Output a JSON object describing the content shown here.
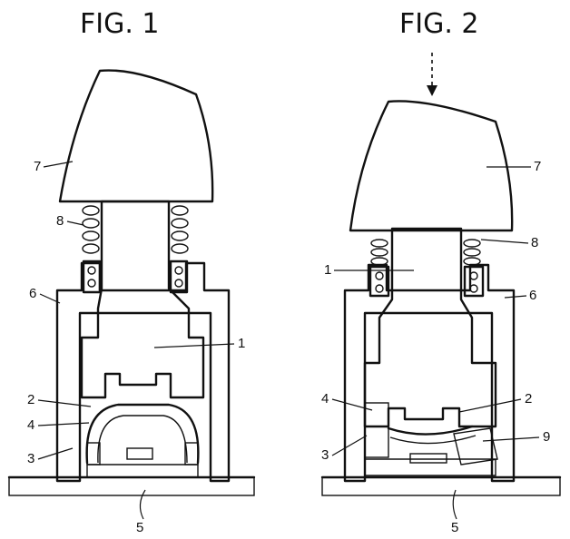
{
  "figures": [
    {
      "title": "FIG. 1",
      "labels": {
        "cap": "7",
        "spring": "8",
        "housing": "6",
        "plunger": "1",
        "dome": "2",
        "contact": "4",
        "case": "3",
        "base": "5"
      }
    },
    {
      "title": "FIG. 2",
      "labels": {
        "cap": "7",
        "spring": "8",
        "plunger": "1",
        "housing": "6",
        "contact": "4",
        "dome": "2",
        "case": "3",
        "blade": "9",
        "base": "5"
      }
    }
  ]
}
